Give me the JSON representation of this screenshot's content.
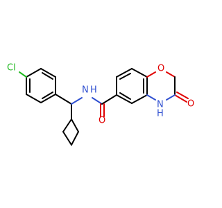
{
  "molecule": {
    "atoms": {
      "chlorine": "Cl",
      "amide_nitrogen": "N",
      "amide_hydrogen": "H",
      "carbonyl_oxygen": "O",
      "ring_oxygen": "O",
      "ring_nitrogen": "N",
      "ring_hydrogen": "H",
      "lactam_oxygen": "O"
    },
    "colors": {
      "carbon_bond": "#000000",
      "nitrogen": "#2f4fd0",
      "oxygen": "#e00000",
      "chlorine": "#1fb81f"
    }
  }
}
